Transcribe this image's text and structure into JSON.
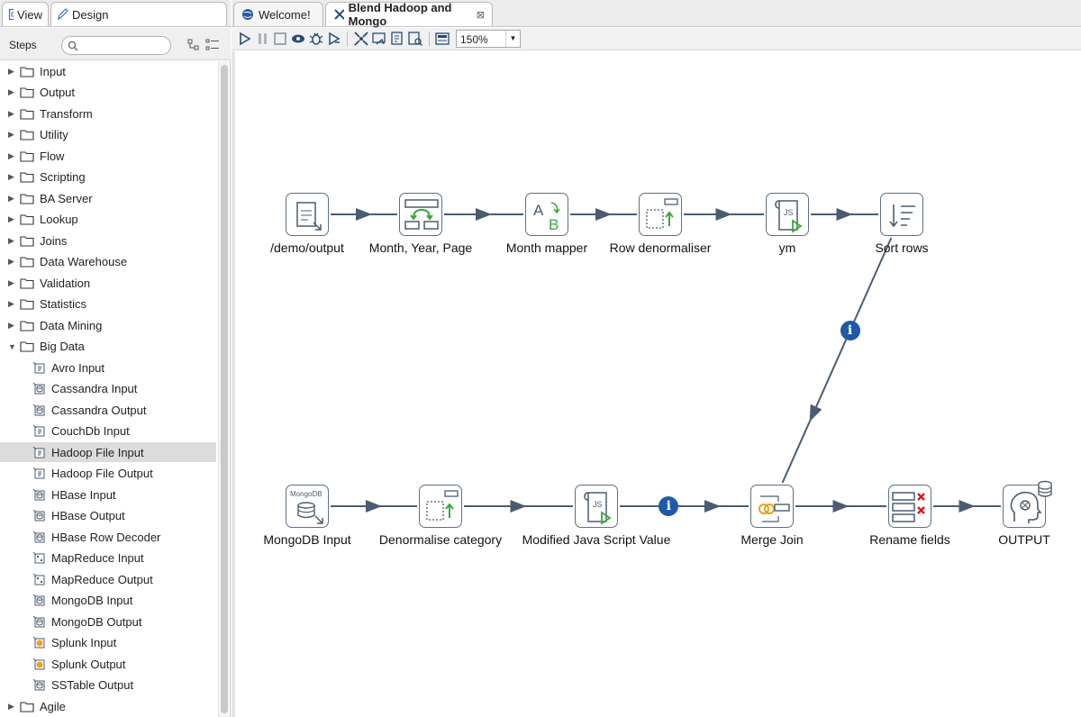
{
  "left_panel": {
    "tabs": [
      {
        "label": "View"
      },
      {
        "label": "Design"
      }
    ],
    "steps_label": "Steps",
    "search": {
      "value": "",
      "placeholder": ""
    },
    "tree": [
      {
        "type": "folder",
        "label": "Input",
        "expanded": false
      },
      {
        "type": "folder",
        "label": "Output",
        "expanded": false
      },
      {
        "type": "folder",
        "label": "Transform",
        "expanded": false
      },
      {
        "type": "folder",
        "label": "Utility",
        "expanded": false
      },
      {
        "type": "folder",
        "label": "Flow",
        "expanded": false
      },
      {
        "type": "folder",
        "label": "Scripting",
        "expanded": false
      },
      {
        "type": "folder",
        "label": "BA Server",
        "expanded": false
      },
      {
        "type": "folder",
        "label": "Lookup",
        "expanded": false
      },
      {
        "type": "folder",
        "label": "Joins",
        "expanded": false
      },
      {
        "type": "folder",
        "label": "Data Warehouse",
        "expanded": false
      },
      {
        "type": "folder",
        "label": "Validation",
        "expanded": false
      },
      {
        "type": "folder",
        "label": "Statistics",
        "expanded": false
      },
      {
        "type": "folder",
        "label": "Data Mining",
        "expanded": false
      },
      {
        "type": "folder",
        "label": "Big Data",
        "expanded": true
      },
      {
        "type": "leaf",
        "label": "Avro Input",
        "icon": "avro-input-icon"
      },
      {
        "type": "leaf",
        "label": "Cassandra Input",
        "icon": "cassandra-input-icon"
      },
      {
        "type": "leaf",
        "label": "Cassandra Output",
        "icon": "cassandra-output-icon"
      },
      {
        "type": "leaf",
        "label": "CouchDb Input",
        "icon": "couchdb-input-icon"
      },
      {
        "type": "leaf",
        "label": "Hadoop File Input",
        "icon": "hadoop-file-input-icon",
        "selected": true
      },
      {
        "type": "leaf",
        "label": "Hadoop File Output",
        "icon": "hadoop-file-output-icon"
      },
      {
        "type": "leaf",
        "label": "HBase Input",
        "icon": "hbase-input-icon"
      },
      {
        "type": "leaf",
        "label": "HBase Output",
        "icon": "hbase-output-icon"
      },
      {
        "type": "leaf",
        "label": "HBase Row Decoder",
        "icon": "hbase-row-decoder-icon"
      },
      {
        "type": "leaf",
        "label": "MapReduce Input",
        "icon": "mapreduce-input-icon"
      },
      {
        "type": "leaf",
        "label": "MapReduce Output",
        "icon": "mapreduce-output-icon"
      },
      {
        "type": "leaf",
        "label": "MongoDB Input",
        "icon": "mongodb-input-icon"
      },
      {
        "type": "leaf",
        "label": "MongoDB Output",
        "icon": "mongodb-output-icon"
      },
      {
        "type": "leaf",
        "label": "Splunk Input",
        "icon": "splunk-input-icon"
      },
      {
        "type": "leaf",
        "label": "Splunk Output",
        "icon": "splunk-output-icon"
      },
      {
        "type": "leaf",
        "label": "SSTable Output",
        "icon": "sstable-output-icon"
      },
      {
        "type": "folder",
        "label": "Agile",
        "expanded": false
      }
    ]
  },
  "editor": {
    "tabs": [
      {
        "label": "Welcome!",
        "active": false
      },
      {
        "label": "Blend Hadoop and Mongo",
        "active": true,
        "close": "⊠"
      }
    ],
    "zoom": "150%",
    "nodes": [
      {
        "id": "demo_output",
        "label": "/demo/output",
        "icon": "text-file-input-icon"
      },
      {
        "id": "month_year_page",
        "label": "Month, Year, Page",
        "icon": "split-fields-icon"
      },
      {
        "id": "month_mapper",
        "label": "Month mapper",
        "icon": "value-mapper-icon"
      },
      {
        "id": "row_denorm",
        "label": "Row denormaliser",
        "icon": "row-denormaliser-icon"
      },
      {
        "id": "ym",
        "label": "ym",
        "icon": "javascript-icon"
      },
      {
        "id": "sort_rows",
        "label": "Sort rows",
        "icon": "sort-rows-icon"
      },
      {
        "id": "mongodb_input",
        "label": "MongoDB Input",
        "icon": "mongodb-input-icon",
        "badge": "MongoDB"
      },
      {
        "id": "denorm_cat",
        "label": "Denormalise category",
        "icon": "row-denormaliser-icon"
      },
      {
        "id": "mod_js",
        "label": "Modified Java Script Value",
        "icon": "javascript-icon"
      },
      {
        "id": "merge_join",
        "label": "Merge Join",
        "icon": "merge-join-icon"
      },
      {
        "id": "rename_fields",
        "label": "Rename fields",
        "icon": "select-values-icon"
      },
      {
        "id": "output",
        "label": "OUTPUT",
        "icon": "pentaho-output-icon"
      }
    ],
    "hops": [
      {
        "from": "demo_output",
        "to": "month_year_page"
      },
      {
        "from": "month_year_page",
        "to": "month_mapper"
      },
      {
        "from": "month_mapper",
        "to": "row_denorm"
      },
      {
        "from": "row_denorm",
        "to": "ym"
      },
      {
        "from": "ym",
        "to": "sort_rows"
      },
      {
        "from": "sort_rows",
        "to": "merge_join",
        "info": true
      },
      {
        "from": "mongodb_input",
        "to": "denorm_cat"
      },
      {
        "from": "denorm_cat",
        "to": "mod_js"
      },
      {
        "from": "mod_js",
        "to": "merge_join",
        "info": true
      },
      {
        "from": "merge_join",
        "to": "rename_fields"
      },
      {
        "from": "rename_fields",
        "to": "output"
      }
    ],
    "info_badge_glyph": "i",
    "colors": {
      "hop": "#4a5d70",
      "node_border": "#5d7183",
      "info": "#1f5aa8",
      "accent_green": "#3aa83a"
    }
  }
}
